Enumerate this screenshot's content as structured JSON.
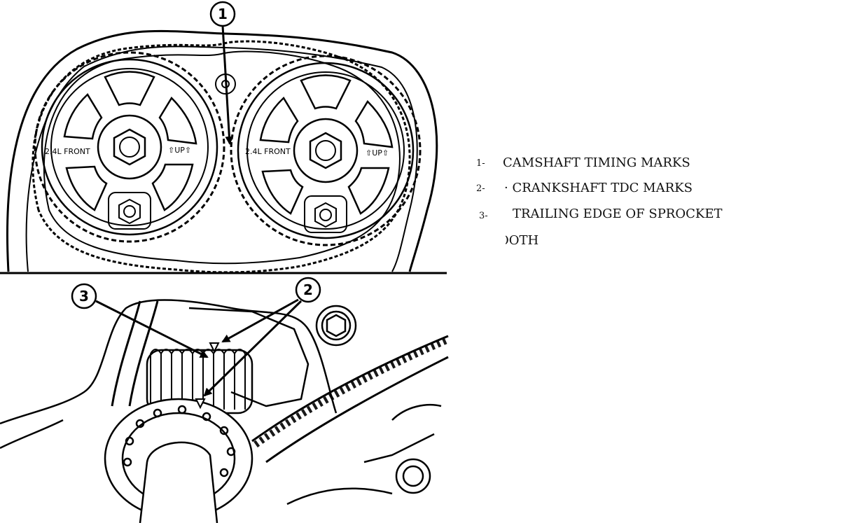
{
  "callouts": [
    {
      "number": "1"
    },
    {
      "number": "2"
    },
    {
      "number": "3"
    }
  ],
  "sprockets": {
    "left_label": "2.4L FRONT",
    "left_up": "⇧UP⇧",
    "right_label": "2.4L FRONT",
    "right_up": "⇧UP⇧"
  },
  "legend": [
    {
      "num": "1-",
      "text": "CAMSHAFT TIMING MARKS"
    },
    {
      "num": "2-",
      "text": "· CRANKSHAFT TDC MARKS"
    },
    {
      "num": "3-",
      "text": "TRAILING EDGE OF SPROCKET"
    },
    {
      "num": "",
      "text": "OOTH"
    }
  ]
}
